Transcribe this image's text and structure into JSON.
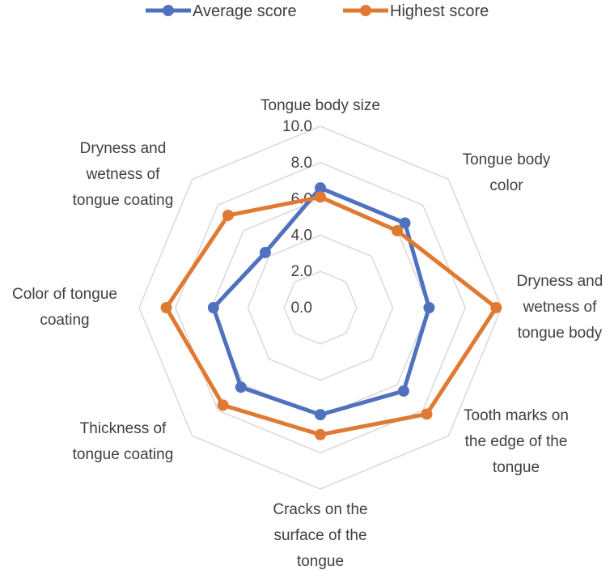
{
  "chart_data": {
    "type": "radar",
    "categories": [
      [
        "Tongue body size"
      ],
      [
        "Tongue body",
        "color"
      ],
      [
        "Dryness and",
        "wetness of",
        "tongue body"
      ],
      [
        "Tooth marks on",
        "the edge of the",
        "tongue"
      ],
      [
        "Cracks  on the",
        "surface of the",
        "tongue"
      ],
      [
        "Thickness of",
        "tongue coating"
      ],
      [
        "Color of tongue",
        "coating"
      ],
      [
        "Dryness and",
        "wetness of",
        "tongue coating"
      ]
    ],
    "series": [
      {
        "name": "Average score",
        "color": "#4f71be",
        "values": [
          6.6,
          6.6,
          6.0,
          6.5,
          5.9,
          6.2,
          5.9,
          4.3
        ]
      },
      {
        "name": "Highest score",
        "color": "#e07a33",
        "values": [
          6.1,
          6.0,
          9.7,
          8.3,
          7.0,
          7.6,
          8.5,
          7.2
        ]
      }
    ],
    "ticks": [
      "0.0",
      "2.0",
      "4.0",
      "6.0",
      "8.0",
      "10.0"
    ],
    "range": [
      0,
      10
    ],
    "grid": true,
    "legend": "top"
  }
}
